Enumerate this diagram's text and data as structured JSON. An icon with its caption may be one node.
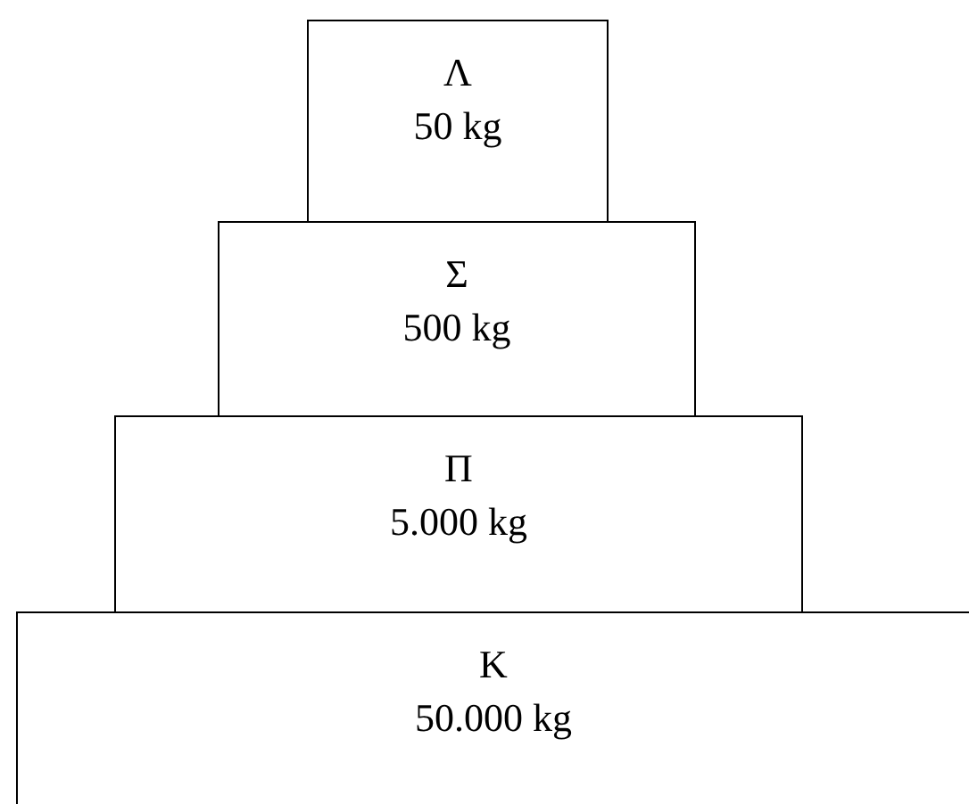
{
  "diagram": {
    "nodes": [
      {
        "text": [
          "Λ",
          "50 kg"
        ]
      },
      {
        "text": [
          "Σ",
          "500 kg"
        ]
      },
      {
        "text": [
          "Π",
          "5.000 kg"
        ]
      },
      {
        "text": [
          "K",
          "50.000 kg"
        ]
      }
    ]
  }
}
